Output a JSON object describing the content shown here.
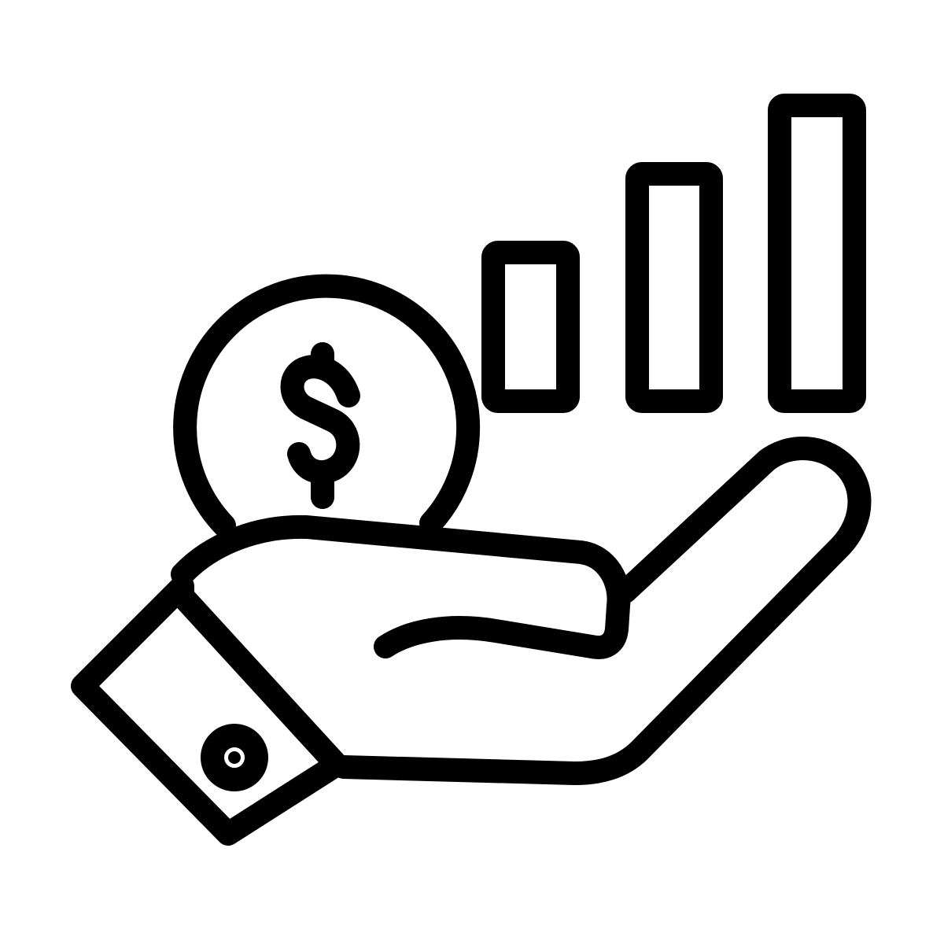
{
  "icon": {
    "name": "hand-holding-coin-growth-icon",
    "colors": {
      "stroke": "#000000",
      "background": "#ffffff"
    },
    "coin": {
      "symbol": "$",
      "icon_name": "dollar-sign-icon"
    },
    "bars": [
      {
        "name": "growth-bar-short",
        "level": 0.5
      },
      {
        "name": "growth-bar-medium",
        "level": 0.75
      },
      {
        "name": "growth-bar-tall",
        "level": 1.0
      }
    ]
  }
}
